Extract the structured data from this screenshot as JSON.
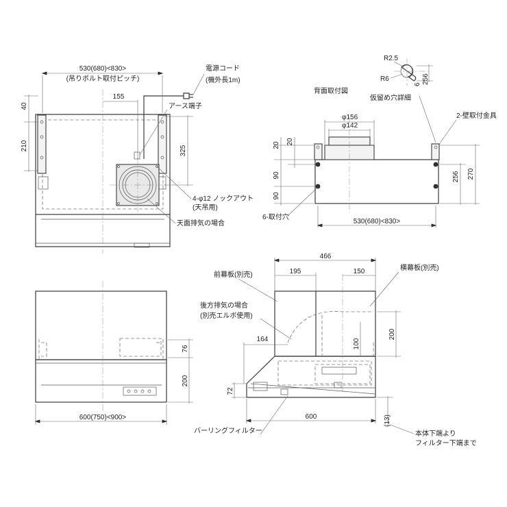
{
  "top_view": {
    "width_label": "530(680)<830>",
    "pitch_label": "(吊りボルト取付ピッチ)",
    "cord_label": "電源コード",
    "cord_length_label": "(機外長1m)",
    "offset_155": "155",
    "earth_label": "アース端子",
    "dim_40": "40",
    "dim_210": "210",
    "dim_325": "325",
    "knockout_label": "4-φ12 ノックアウト",
    "ceiling_hang_label": "(天吊用)",
    "top_exhaust_label": "天面排気の場合"
  },
  "back_view": {
    "title": "背面取付図",
    "phi156": "φ156",
    "phi142": "φ142",
    "dim_20a": "20",
    "dim_20b": "20",
    "dim_90a": "90",
    "dim_90b": "90",
    "holes_label": "6-取付穴",
    "width_label": "530(680)<830>",
    "dim_256": "256",
    "dim_270": "270",
    "bracket_label": "2-壁取付金具"
  },
  "hole_detail": {
    "title": "仮留め穴詳細",
    "r25": "R2.5",
    "r6": "R6",
    "dim_6": "6",
    "dim_256": "256"
  },
  "front_view": {
    "dim_76": "76",
    "dim_200": "200",
    "width_label": "600(750)<900>"
  },
  "side_view": {
    "dim_466": "466",
    "dim_195": "195",
    "dim_150": "150",
    "front_plate_label": "前幕板(別売)",
    "side_plate_label": "横幕板(別売)",
    "rear_exhaust_label": "後方排気の場合",
    "elbow_label": "(別売エルボ使用)",
    "dim_164": "164",
    "dim_100": "100",
    "dim_200": "200",
    "dim_72": "72",
    "dim_600": "600",
    "dim_13": "(13)",
    "filter_label": "バーリングフィルター",
    "bottom_label_1": "本体下端より",
    "bottom_label_2": "フィルター下端まで"
  }
}
